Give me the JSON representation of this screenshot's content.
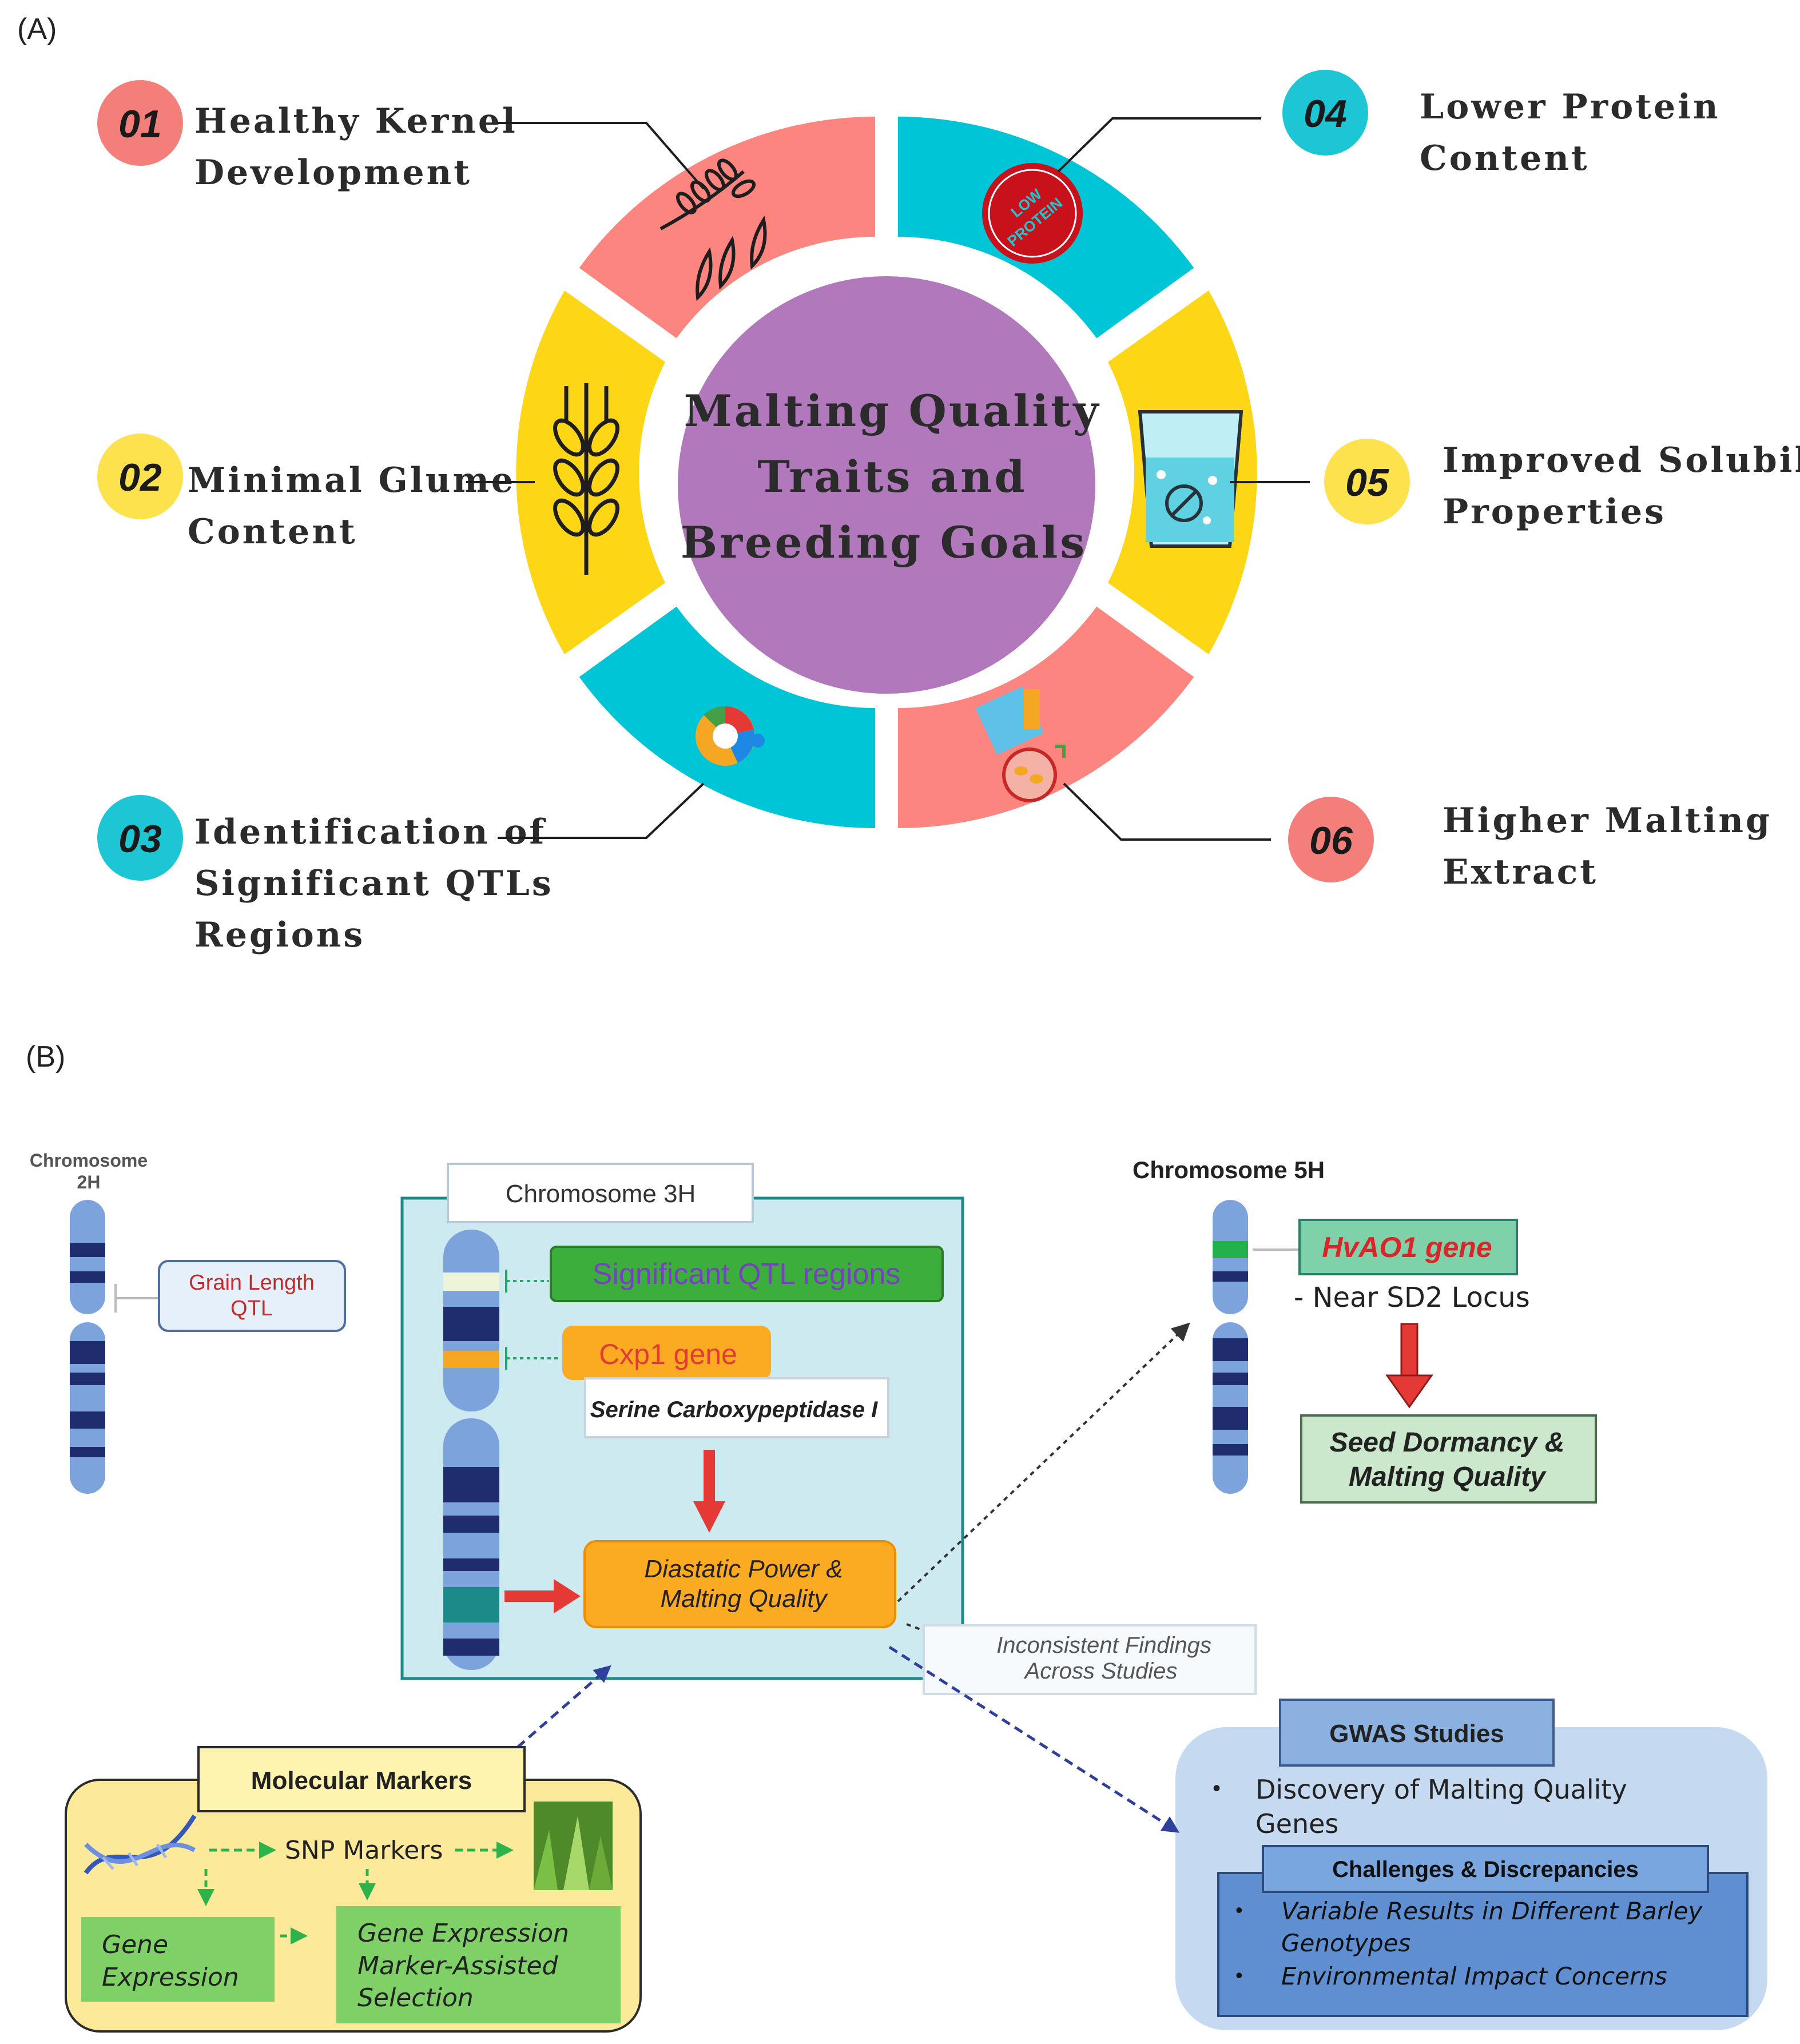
{
  "panel_a": {
    "label": "(A)",
    "center_title": [
      "Malting Quality",
      "Traits and",
      "Breeding Goals"
    ],
    "goals": [
      {
        "num": "01",
        "lines": [
          "Healthy Kernel",
          "Development"
        ],
        "color": "#f47f7a"
      },
      {
        "num": "02",
        "lines": [
          "Minimal Glume",
          "Content"
        ],
        "color": "#fde24d"
      },
      {
        "num": "03",
        "lines": [
          "Identification of",
          "Significant QTLs",
          "Regions"
        ],
        "color": "#1cc6d4"
      },
      {
        "num": "04",
        "lines": [
          "Lower Protein",
          "Content"
        ],
        "color": "#1cc6d4"
      },
      {
        "num": "05",
        "lines": [
          "Improved Solubilit",
          "Properties"
        ],
        "color": "#fde24d"
      },
      {
        "num": "06",
        "lines": [
          "Higher Malting",
          "Extract"
        ],
        "color": "#f47f7a"
      }
    ],
    "badge_text": [
      "LOW",
      "PROTEIN"
    ],
    "colors": {
      "salmon": "#fc8580",
      "teal": "#00c5d6",
      "yellow": "#fdd616",
      "purple": "#b179bb"
    }
  },
  "panel_b": {
    "label": "(B)",
    "chr2h": {
      "title": [
        "Chromosome",
        "2H"
      ],
      "callout": [
        "Grain Length",
        "QTL"
      ]
    },
    "chr3h": {
      "title": "Chromosome 3H",
      "qtl": "Significant QTL regions",
      "cxp1": "Cxp1 gene",
      "serine": "Serine Carboxypeptidase I",
      "diastatic": [
        "Diastatic Power &",
        "Malting Quality"
      ]
    },
    "chr5h": {
      "title": "Chromosome 5H",
      "gene": "HvAO1 gene",
      "near": "- Near SD2 Locus",
      "seed": [
        "Seed Dormancy &",
        "Malting Quality"
      ]
    },
    "inconsistent": [
      "Inconsistent Findings",
      "Across Studies"
    ],
    "molecular": {
      "title": "Molecular Markers",
      "snp": "SNP Markers",
      "gene_expr": [
        "Gene",
        "Expression"
      ],
      "mas": [
        "Gene Expression",
        "Marker-Assisted",
        "Selection"
      ]
    },
    "gwas": {
      "title": "GWAS Studies",
      "bullet": [
        "Discovery of Malting Quality",
        "Genes"
      ],
      "challenges": "Challenges & Discrepancies",
      "items": [
        [
          "Variable Results in Different Barley",
          "Genotypes"
        ],
        [
          "Environmental Impact Concerns"
        ]
      ],
      "bullet_char": "•"
    }
  }
}
